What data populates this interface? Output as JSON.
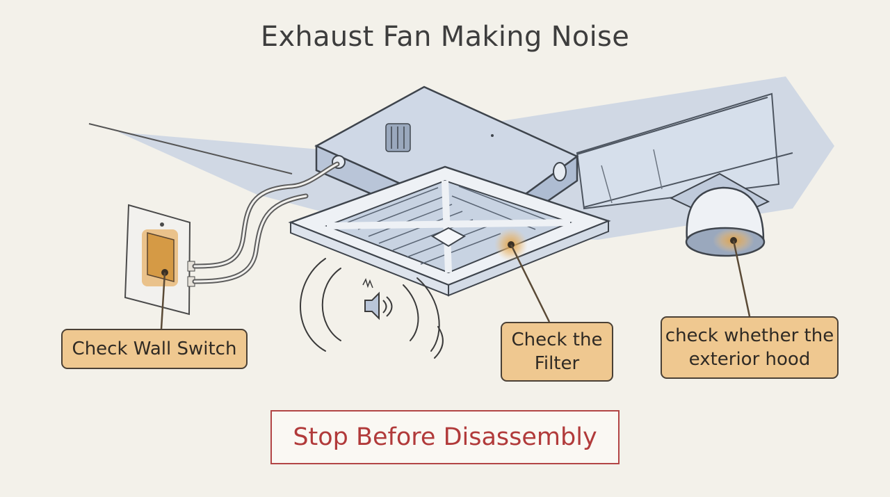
{
  "title": "Exhaust Fan Making Noise",
  "callouts": {
    "switch": "Check Wall Switch",
    "filter": "Check the Filter",
    "hood": "check whether the exterior hood"
  },
  "warning": "Stop Before Disassembly",
  "icons": [
    "speaker-icon",
    "sound-waves-icon"
  ],
  "colors": {
    "background": "#f3f1ea",
    "callout_fill": "#efc890",
    "warning_red": "#b13a3a",
    "fan_blue": "#c8d3e2"
  }
}
